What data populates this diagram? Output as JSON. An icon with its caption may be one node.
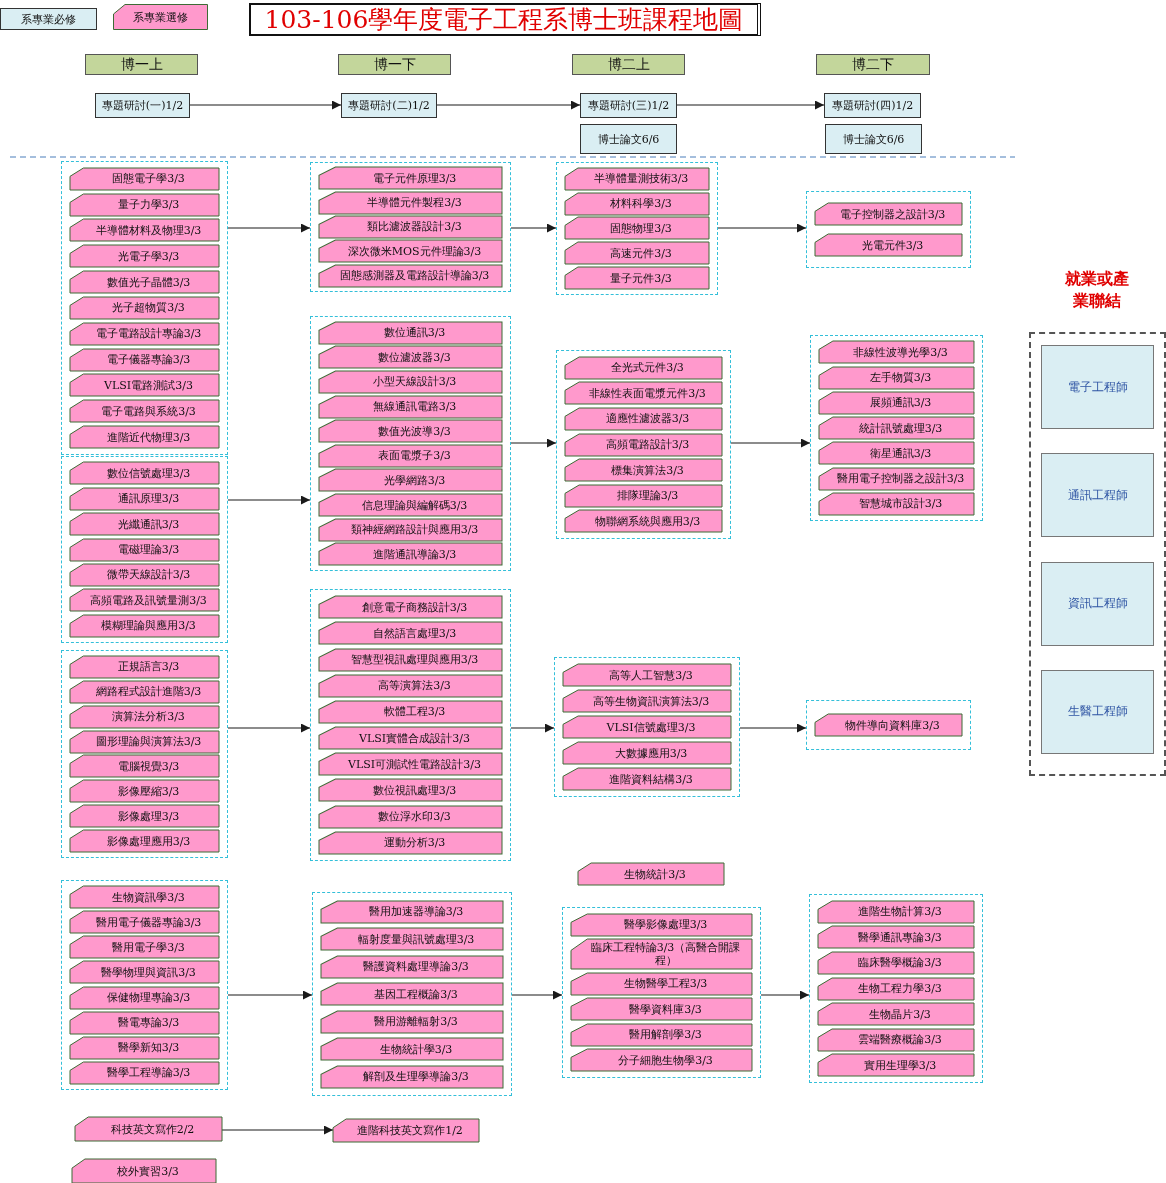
{
  "diagram": {
    "title": "103-106學年度電子工程系博士班課程地圖",
    "nodes": [
      {
        "text": [
          "博一上"
        ]
      },
      {
        "text": [
          "博一下"
        ]
      },
      {
        "text": [
          "博二上"
        ]
      },
      {
        "text": [
          "博二下"
        ]
      },
      {
        "text": [
          "專題研討(一)1/2"
        ]
      },
      {
        "text": [
          "專題研討(二)1/2"
        ]
      },
      {
        "text": [
          "專題研討(三)1/2"
        ]
      },
      {
        "text": [
          "專題研討(四)1/2"
        ]
      },
      {
        "text": [
          "博士論文6/6"
        ]
      },
      {
        "text": [
          "博士論文6/6"
        ]
      },
      {
        "text": [],
        "shape": "box"
      },
      {
        "text": [
          "固態電子學3/3"
        ],
        "in": 10
      },
      {
        "text": [
          "量子力學3/3"
        ],
        "in": 10
      },
      {
        "text": [
          "半導體材料及物理3/3"
        ],
        "in": 10
      },
      {
        "text": [
          "光電子學3/3"
        ],
        "in": 10
      },
      {
        "text": [
          "數值光子晶體3/3"
        ],
        "in": 10
      },
      {
        "text": [
          "光子超物質3/3"
        ],
        "in": 10
      },
      {
        "text": [
          "電子電路設計專論3/3"
        ],
        "in": 10
      },
      {
        "text": [
          "電子儀器專論3/3"
        ],
        "in": 10
      },
      {
        "text": [
          "VLSI電路測試3/3"
        ],
        "in": 10
      },
      {
        "text": [
          "電子電路與系統3/3"
        ],
        "in": 10
      },
      {
        "text": [
          "進階近代物理3/3"
        ],
        "in": 10
      },
      {
        "text": [],
        "shape": "box"
      },
      {
        "text": [
          "數位信號處理3/3"
        ],
        "in": 22
      },
      {
        "text": [
          "通訊原理3/3"
        ],
        "in": 22
      },
      {
        "text": [
          "光纖通訊3/3"
        ],
        "in": 22
      },
      {
        "text": [
          "電磁理論3/3"
        ],
        "in": 22
      },
      {
        "text": [
          "微帶天線設計3/3"
        ],
        "in": 22
      },
      {
        "text": [
          "高頻電路及訊號量測3/3"
        ],
        "in": 22
      },
      {
        "text": [
          "模糊理論與應用3/3"
        ],
        "in": 22
      },
      {
        "text": [],
        "shape": "box"
      },
      {
        "text": [
          "正規語言3/3"
        ],
        "in": 30
      },
      {
        "text": [
          "網路程式設計進階3/3"
        ],
        "in": 30
      },
      {
        "text": [
          "演算法分析3/3"
        ],
        "in": 30
      },
      {
        "text": [
          "圖形理論與演算法3/3"
        ],
        "in": 30
      },
      {
        "text": [
          "電腦視覺3/3"
        ],
        "in": 30
      },
      {
        "text": [
          "影像壓縮3/3"
        ],
        "in": 30
      },
      {
        "text": [
          "影像處理3/3"
        ],
        "in": 30
      },
      {
        "text": [
          "影像處理應用3/3"
        ],
        "in": 30
      },
      {
        "text": [],
        "shape": "box"
      },
      {
        "text": [
          "生物資訊學3/3"
        ],
        "in": 39
      },
      {
        "text": [
          "醫用電子儀器專論3/3"
        ],
        "in": 39
      },
      {
        "text": [
          "醫用電子學3/3"
        ],
        "in": 39
      },
      {
        "text": [
          "醫學物理與資訊3/3"
        ],
        "in": 39
      },
      {
        "text": [
          "保健物理專論3/3"
        ],
        "in": 39
      },
      {
        "text": [
          "醫電專論3/3"
        ],
        "in": 39
      },
      {
        "text": [
          "醫學新知3/3"
        ],
        "in": 39
      },
      {
        "text": [
          "醫學工程導論3/3"
        ],
        "in": 39
      },
      {
        "text": [
          "科技英文寫作2/2"
        ]
      },
      {
        "text": [
          "校外實習3/3"
        ]
      },
      {
        "text": [],
        "shape": "box"
      },
      {
        "text": [
          "電子元件原理3/3"
        ],
        "in": 50
      },
      {
        "text": [
          "半導體元件製程3/3"
        ],
        "in": 50
      },
      {
        "text": [
          "類比濾波器設計3/3"
        ],
        "in": 50
      },
      {
        "text": [
          "深次微米MOS元件理論3/3"
        ],
        "in": 50
      },
      {
        "text": [
          "固態感測器及電路設計導論3/3"
        ],
        "in": 50
      },
      {
        "text": [],
        "shape": "box"
      },
      {
        "text": [
          "數位通訊3/3"
        ],
        "in": 56
      },
      {
        "text": [
          "數位濾波器3/3"
        ],
        "in": 56
      },
      {
        "text": [
          "小型天線設計3/3"
        ],
        "in": 56
      },
      {
        "text": [
          "無線通訊電路3/3"
        ],
        "in": 56
      },
      {
        "text": [
          "數值光波導3/3"
        ],
        "in": 56
      },
      {
        "text": [
          "表面電漿子3/3"
        ],
        "in": 56
      },
      {
        "text": [
          "光學網路3/3"
        ],
        "in": 56
      },
      {
        "text": [
          "信息理論與編解碼3/3"
        ],
        "in": 56
      },
      {
        "text": [
          "類神經網路設計與應用3/3"
        ],
        "in": 56
      },
      {
        "text": [
          "進階通訊導論3/3"
        ],
        "in": 56
      },
      {
        "text": [],
        "shape": "box"
      },
      {
        "text": [
          "創意電子商務設計3/3"
        ],
        "in": 67
      },
      {
        "text": [
          "自然語言處理3/3"
        ],
        "in": 67
      },
      {
        "text": [
          "智慧型視訊處理與應用3/3"
        ],
        "in": 67
      },
      {
        "text": [
          "高等演算法3/3"
        ],
        "in": 67
      },
      {
        "text": [
          "軟體工程3/3"
        ],
        "in": 67
      },
      {
        "text": [
          "VLSI實體合成設計3/3"
        ],
        "in": 67
      },
      {
        "text": [
          "VLSI可測試性電路設計3/3"
        ],
        "in": 67
      },
      {
        "text": [
          "數位視訊處理3/3"
        ],
        "in": 67
      },
      {
        "text": [
          "數位浮水印3/3"
        ],
        "in": 67
      },
      {
        "text": [
          "運動分析3/3"
        ],
        "in": 67
      },
      {
        "text": [],
        "shape": "box"
      },
      {
        "text": [
          "醫用加速器導論3/3"
        ],
        "in": 78
      },
      {
        "text": [
          "輻射度量與訊號處理3/3"
        ],
        "in": 78
      },
      {
        "text": [
          "醫護資料處理導論3/3"
        ],
        "in": 78
      },
      {
        "text": [
          "基因工程概論3/3"
        ],
        "in": 78
      },
      {
        "text": [
          "醫用游離輻射3/3"
        ],
        "in": 78
      },
      {
        "text": [
          "生物統計學3/3"
        ],
        "in": 78
      },
      {
        "text": [
          "解剖及生理學導論3/3"
        ],
        "in": 78
      },
      {
        "text": [
          "進階科技英文寫作1/2"
        ]
      },
      {
        "text": [],
        "shape": "box"
      },
      {
        "text": [
          "半導體量測技術3/3"
        ],
        "in": 87
      },
      {
        "text": [
          "材料科學3/3"
        ],
        "in": 87
      },
      {
        "text": [
          "固態物理3/3"
        ],
        "in": 87
      },
      {
        "text": [
          "高速元件3/3"
        ],
        "in": 87
      },
      {
        "text": [
          "量子元件3/3"
        ],
        "in": 87
      },
      {
        "text": [],
        "shape": "box"
      },
      {
        "text": [
          "全光式元件3/3"
        ],
        "in": 93
      },
      {
        "text": [
          "非線性表面電漿元件3/3"
        ],
        "in": 93
      },
      {
        "text": [
          "適應性濾波器3/3"
        ],
        "in": 93
      },
      {
        "text": [
          "高頻電路設計3/3"
        ],
        "in": 93
      },
      {
        "text": [
          "標集演算法3/3"
        ],
        "in": 93
      },
      {
        "text": [
          "排隊理論3/3"
        ],
        "in": 93
      },
      {
        "text": [
          "物聯網系統與應用3/3"
        ],
        "in": 93
      },
      {
        "text": [
          "生物統計3/3"
        ]
      },
      {
        "text": [],
        "shape": "box"
      },
      {
        "text": [
          "高等人工智慧3/3"
        ],
        "in": 102
      },
      {
        "text": [
          "高等生物資訊演算法3/3"
        ],
        "in": 102
      },
      {
        "text": [
          "VLSI信號處理3/3"
        ],
        "in": 102
      },
      {
        "text": [
          "大數據應用3/3"
        ],
        "in": 102
      },
      {
        "text": [
          "進階資料結構3/3"
        ],
        "in": 102
      },
      {
        "text": [],
        "shape": "box"
      },
      {
        "text": [
          "醫學影像處理3/3"
        ],
        "in": 108
      },
      {
        "text": [
          "臨床工程特論3/3（高醫合開課程）"
        ],
        "in": 108
      },
      {
        "text": [
          "生物醫學工程3/3"
        ],
        "in": 108
      },
      {
        "text": [
          "醫學資料庫3/3"
        ],
        "in": 108
      },
      {
        "text": [
          "醫用解剖學3/3"
        ],
        "in": 108
      },
      {
        "text": [
          "分子細胞生物學3/3"
        ],
        "in": 108
      },
      {
        "text": [],
        "shape": "box"
      },
      {
        "text": [
          "電子控制器之設計3/3"
        ],
        "in": 115
      },
      {
        "text": [
          "光電元件3/3"
        ],
        "in": 115
      },
      {
        "text": [],
        "shape": "box"
      },
      {
        "text": [
          "非線性波導光學3/3"
        ],
        "in": 118
      },
      {
        "text": [
          "左手物質3/3"
        ],
        "in": 118
      },
      {
        "text": [
          "展頻通訊3/3"
        ],
        "in": 118
      },
      {
        "text": [
          "統計訊號處理3/3"
        ],
        "in": 118
      },
      {
        "text": [
          "衛星通訊3/3"
        ],
        "in": 118
      },
      {
        "text": [
          "醫用電子控制器之設計3/3"
        ],
        "in": 118
      },
      {
        "text": [
          "智慧城市設計3/3"
        ],
        "in": 118
      },
      {
        "text": [],
        "shape": "box"
      },
      {
        "text": [
          "物件導向資料庫3/3"
        ],
        "in": 126
      },
      {
        "text": [],
        "shape": "box"
      },
      {
        "text": [
          "進階生物計算3/3"
        ],
        "in": 128
      },
      {
        "text": [
          "醫學通訊專論3/3"
        ],
        "in": 128
      },
      {
        "text": [
          "臨床醫學概論3/3"
        ],
        "in": 128
      },
      {
        "text": [
          "生物工程力學3/3"
        ],
        "in": 128
      },
      {
        "text": [
          "生物晶片3/3"
        ],
        "in": 128
      },
      {
        "text": [
          "雲端醫療概論3/3"
        ],
        "in": 128
      },
      {
        "text": [
          "實用生理學3/3"
        ],
        "in": 128
      },
      {
        "text": [
          "就業或產業聯結"
        ]
      },
      {
        "text": [
          "電子工程師"
        ],
        "in": 136
      },
      {
        "text": [
          "通訊工程師"
        ],
        "in": 136
      },
      {
        "text": [
          "資訊工程師"
        ],
        "in": 136
      },
      {
        "text": [
          "生醫工程師"
        ],
        "in": 136
      }
    ],
    "edges": [
      {
        "from": 4,
        "to": 5,
        "arrow": "to"
      },
      {
        "from": 5,
        "to": 6,
        "arrow": "to"
      },
      {
        "from": 6,
        "to": 7,
        "arrow": "to"
      },
      {
        "from": 10,
        "to": 50,
        "arrow": "to"
      },
      {
        "from": 22,
        "to": 56,
        "arrow": "to"
      },
      {
        "from": 30,
        "to": 67,
        "arrow": "to"
      },
      {
        "from": 39,
        "to": 78,
        "arrow": "to"
      },
      {
        "from": 50,
        "to": 87,
        "arrow": "to"
      },
      {
        "from": 56,
        "to": 93,
        "arrow": "to"
      },
      {
        "from": 67,
        "to": 102,
        "arrow": "to"
      },
      {
        "from": 78,
        "to": 108,
        "arrow": "to"
      },
      {
        "from": 87,
        "to": 115,
        "arrow": "to"
      },
      {
        "from": 93,
        "to": 118,
        "arrow": "to"
      },
      {
        "from": 102,
        "to": 126,
        "arrow": "to"
      },
      {
        "from": 108,
        "to": 128,
        "arrow": "to"
      },
      {
        "from": 48,
        "to": 86,
        "arrow": "to"
      }
    ],
    "legend": [
      {
        "text": "系專業必修",
        "color": "#daeef3"
      },
      {
        "text": "系專業選修",
        "color": "#ff99cc"
      }
    ]
  }
}
